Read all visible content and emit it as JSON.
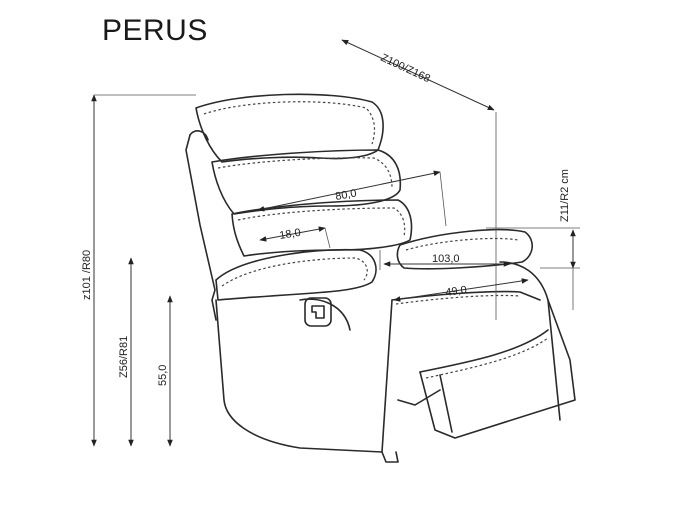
{
  "title": "PERUS",
  "dimensions": {
    "depth": "Z100/Z168",
    "height_total": "z101 /R80",
    "seat_height": "Z56/R81",
    "leg_clearance": "55,0",
    "backrest_width": "80,0",
    "headrest_depth": "18,0",
    "total_width": "103,0",
    "seat_width": "49,0",
    "armrest_height": "Z11/R2 cm"
  }
}
